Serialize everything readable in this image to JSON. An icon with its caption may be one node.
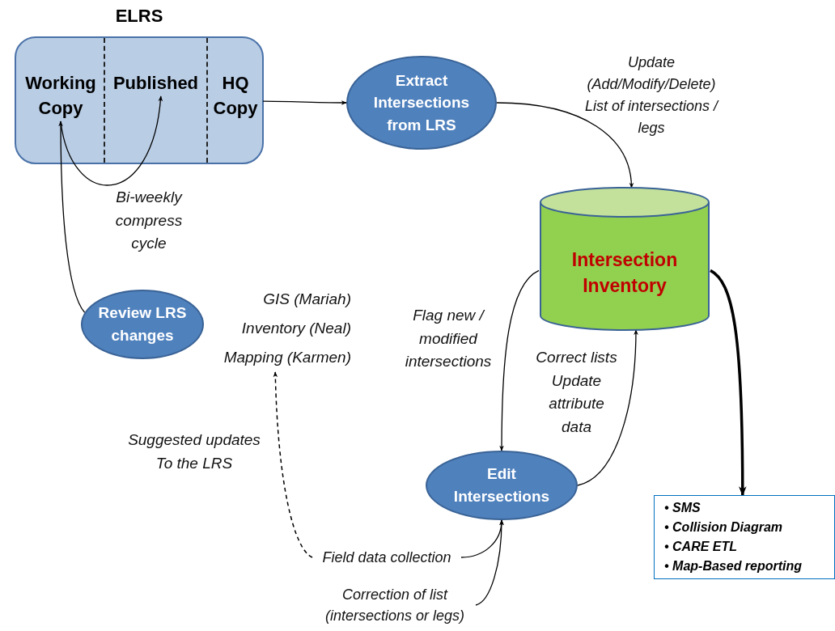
{
  "diagram": {
    "nodes": [
      {
        "text": [
          "ELRS"
        ]
      },
      {
        "text": [
          "Working Copy"
        ],
        "in": 0
      },
      {
        "text": [
          "Published"
        ],
        "in": 0
      },
      {
        "text": [
          "HQ Copy"
        ],
        "in": 0
      },
      {
        "text": [
          "Extract Intersections from LRS"
        ]
      },
      {
        "text": [
          "Intersection Inventory"
        ]
      },
      {
        "text": [
          "Review LRS changes"
        ]
      },
      {
        "text": [
          "GIS (Mariah)",
          "Inventory (Neal)",
          "Mapping (Karmen)"
        ]
      },
      {
        "text": [
          "Edit Intersections"
        ]
      },
      {
        "text": [
          "Field data collection"
        ]
      },
      {
        "text": [
          "Correction of list (intersections or legs)"
        ]
      },
      {
        "text": [
          "• SMS",
          "• Collision Diagram",
          "• CARE ETL",
          "• Map-Based reporting"
        ]
      }
    ],
    "edges": [
      {
        "from": 1,
        "to": 2,
        "arrow": "to",
        "label": "Bi-weekly compress cycle"
      },
      {
        "from": 6,
        "to": 1,
        "arrow": "to"
      },
      {
        "from": 3,
        "to": 4,
        "arrow": "to"
      },
      {
        "from": 4,
        "to": 5,
        "arrow": "to",
        "label": "Update (Add/Modify/Delete) List of intersections / legs"
      },
      {
        "from": 5,
        "to": 8,
        "arrow": "to",
        "label": "Flag new / modified intersections"
      },
      {
        "from": 8,
        "to": 5,
        "arrow": "to",
        "label": "Correct lists Update attribute data"
      },
      {
        "from": 5,
        "to": 11,
        "arrow": "to",
        "style": "thick"
      },
      {
        "from": 9,
        "to": 8,
        "arrow": "to"
      },
      {
        "from": 10,
        "to": 8,
        "arrow": "to"
      },
      {
        "from": 9,
        "to": 7,
        "arrow": "to",
        "style": "dashed",
        "label": "Suggested updates To the LRS"
      }
    ]
  }
}
